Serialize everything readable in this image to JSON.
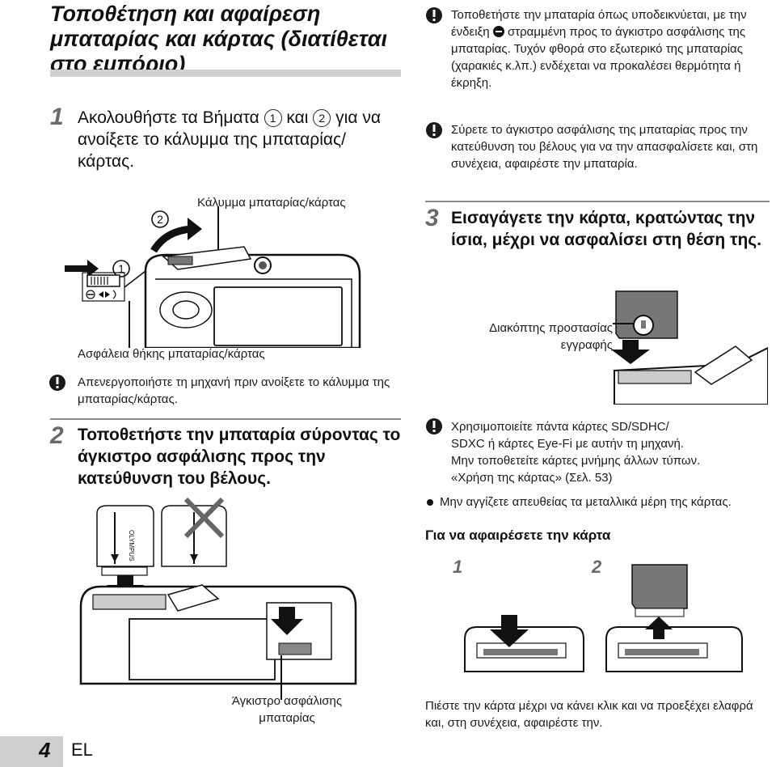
{
  "section_title": "Τοποθέτηση και αφαίρεση μπαταρίας και κάρτας (διατίθεται στο εμπόριο)",
  "step1": {
    "number": "1",
    "text_before": "Ακολουθήστε τα Βήματα",
    "circle1": "1",
    "text_and": "και",
    "circle2": "2",
    "text_after": "για να ανοίξετε το κάλυμμα της μπαταρίας/κάρτας.",
    "fig_cover_label": "Κάλυμμα μπαταρίας/κάρτας",
    "fig_step1": "1",
    "fig_step2": "2",
    "fig_lock_label": "Ασφάλεια θήκης μπαταρίας/κάρτας",
    "caution": "Απενεργοποιήστε τη μηχανή πριν ανοίξετε το κάλυμμα της μπαταρίας/κάρτας."
  },
  "step2": {
    "number": "2",
    "text": "Τοποθετήστε την μπαταρία σύροντας το άγκιστρο ασφάλισης προς την κατεύθυνση του βέλους.",
    "battery_brand": "OLYMPUS",
    "fig_latch_label": "Άγκιστρο ασφάλισης μπαταρίας"
  },
  "right_column": {
    "caution1_before": "Τοποθετήστε την μπαταρία όπως υποδεικνύεται, με την ένδειξη",
    "caution1_after": "στραμμένη προς το άγκιστρο ασφάλισης της μπαταρίας. Τυχόν φθορά στο εξωτερικό της μπαταρίας (χαρακιές κ.λπ.) ενδέχεται να προκαλέσει θερμότητα ή έκρηξη.",
    "caution2": "Σύρετε το άγκιστρο ασφάλισης της μπαταρίας προς την κατεύθυνση του βέλους για να την απασφαλίσετε και, στη συνέχεια, αφαιρέστε την μπαταρία."
  },
  "step3": {
    "number": "3",
    "text": "Εισαγάγετε την κάρτα, κρατώντας την ίσια, μέχρι να ασφαλίσει στη θέση της.",
    "fig_switch_label": "Διακόπτης προστασίας εγγραφής",
    "caution_line1": "Χρησιμοποιείτε πάντα κάρτες SD/SDHC/",
    "caution_line2": "SDXC ή κάρτες Eye-Fi με αυτήν τη μηχανή.",
    "caution_line3": "Μην τοποθετείτε κάρτες μνήμης άλλων τύπων.",
    "caution_line4": "«Χρήση της κάρτας» (Σελ. 53)",
    "bullet": "Μην αγγίζετε απευθείας τα μεταλλικά μέρη της κάρτας."
  },
  "remove_card": {
    "heading": "Για να αφαιρέσετε την κάρτα",
    "step_a": "1",
    "step_b": "2",
    "caption": "Πιέστε την κάρτα μέχρι να κάνει κλικ και να προεξέχει ελαφρά και, στη συνέχεια, αφαιρέστε την."
  },
  "footer": {
    "page_number": "4",
    "language_code": "EL"
  },
  "colors": {
    "title_bar": "#cfcfcf",
    "step_number": "#6a6a6a",
    "rule": "#8a8a8a",
    "page_box": "#cfcfcf"
  }
}
